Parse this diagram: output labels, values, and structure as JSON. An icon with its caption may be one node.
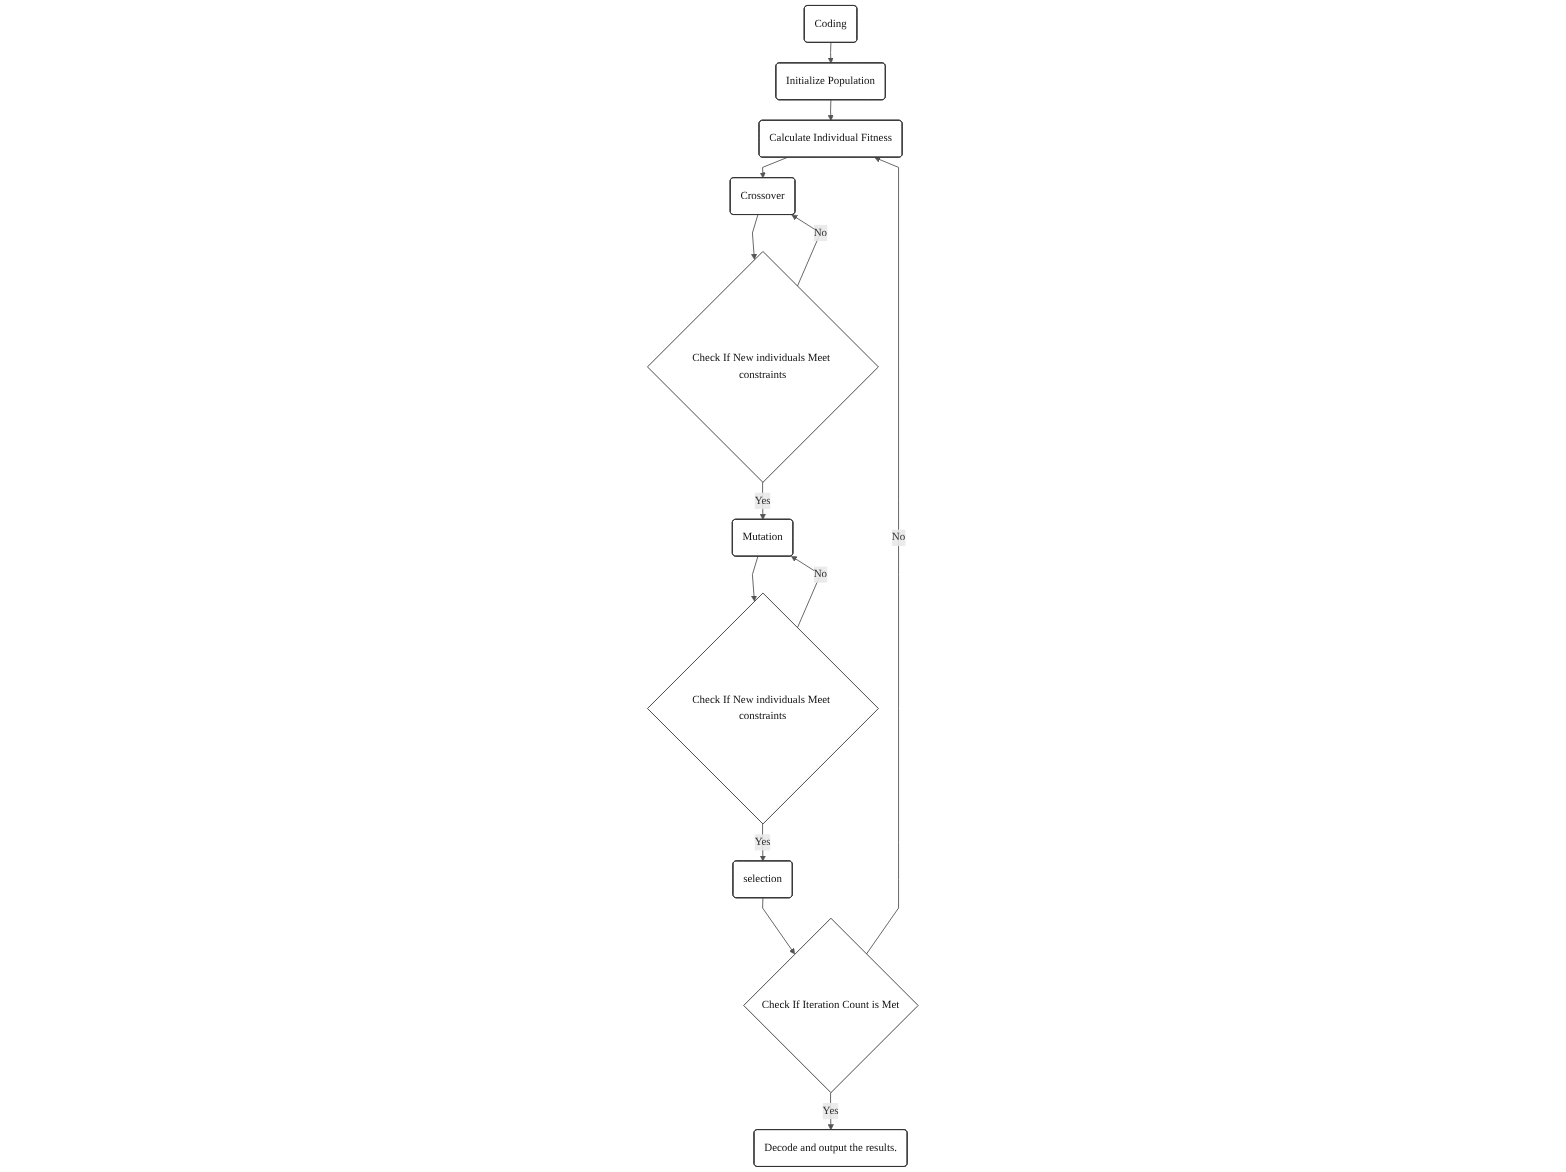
{
  "diagram": {
    "nodes": [
      {
        "text": [
          "Coding"
        ]
      },
      {
        "text": [
          "Initialize Population"
        ]
      },
      {
        "text": [
          "Calculate Individual Fitness"
        ]
      },
      {
        "text": [
          "Crossover"
        ]
      },
      {
        "text": [
          "Check If New individuals Meet constraints"
        ]
      },
      {
        "text": [
          "Mutation"
        ]
      },
      {
        "text": [
          "Check If New individuals Meet constraints"
        ]
      },
      {
        "text": [
          "selection"
        ]
      },
      {
        "text": [
          "Check If Iteration Count is Met"
        ]
      },
      {
        "text": [
          "Decode and output the results."
        ]
      }
    ],
    "edges": [
      {
        "from": 0,
        "to": 1,
        "arrow": "to"
      },
      {
        "from": 1,
        "to": 2,
        "arrow": "to"
      },
      {
        "from": 2,
        "to": 3,
        "arrow": "to"
      },
      {
        "from": 3,
        "to": 4,
        "arrow": "to"
      },
      {
        "from": 4,
        "to": 5,
        "arrow": "to",
        "label": "Yes"
      },
      {
        "from": 4,
        "to": 3,
        "arrow": "to",
        "label": "No"
      },
      {
        "from": 5,
        "to": 6,
        "arrow": "to"
      },
      {
        "from": 6,
        "to": 7,
        "arrow": "to",
        "label": "Yes"
      },
      {
        "from": 6,
        "to": 5,
        "arrow": "to",
        "label": "No"
      },
      {
        "from": 7,
        "to": 8,
        "arrow": "to"
      },
      {
        "from": 8,
        "to": 2,
        "arrow": "to",
        "label": "No"
      },
      {
        "from": 8,
        "to": 9,
        "arrow": "to",
        "label": "Yes"
      }
    ]
  }
}
